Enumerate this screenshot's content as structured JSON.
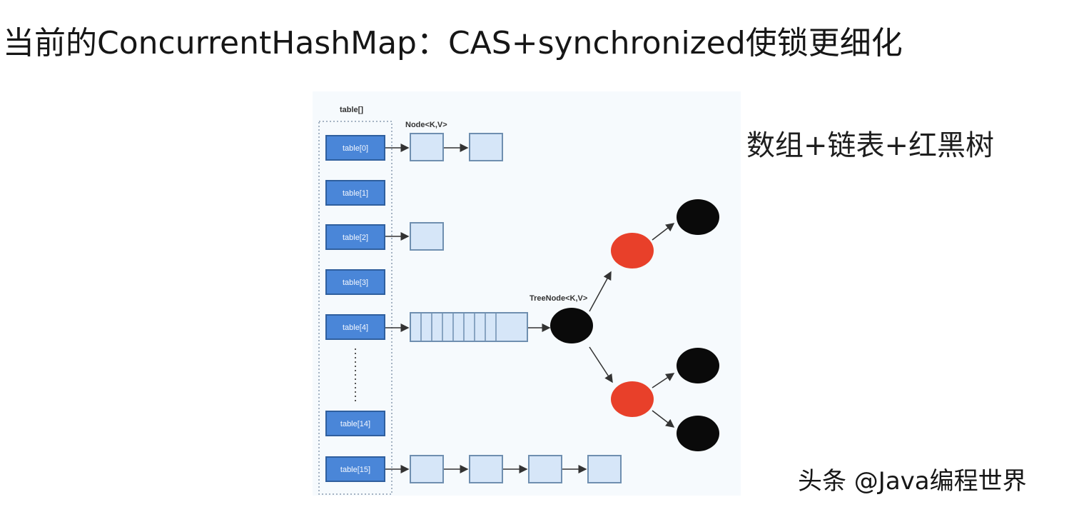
{
  "title": "当前的ConcurrentHashMap：CAS+synchronized使锁更细化",
  "subtitle": "数组+链表+红黑树",
  "watermark": "头条 @Java编程世界",
  "diagram": {
    "array_label": "table[]",
    "node_label": "Node<K,V>",
    "treenode_label": "TreeNode<K,V>",
    "slots": [
      "table[0]",
      "table[1]",
      "table[2]",
      "table[3]",
      "table[4]",
      "table[14]",
      "table[15]"
    ],
    "colors": {
      "slot_fill": "#4a86d8",
      "slot_border": "#2f5f9e",
      "node_fill": "#d6e6f8",
      "node_border": "#6f8fb0",
      "red_node": "#e8402a",
      "black_node": "#0a0a0a",
      "arrow": "#333333"
    }
  }
}
